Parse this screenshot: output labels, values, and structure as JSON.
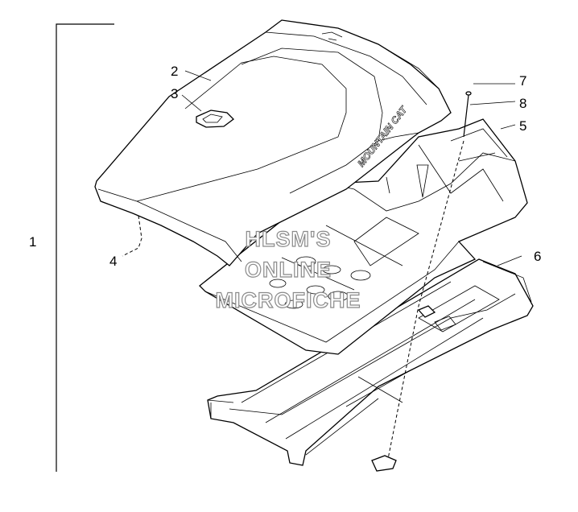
{
  "callouts": {
    "c1": "1",
    "c2": "2",
    "c3": "3",
    "c4": "4",
    "c5": "5",
    "c6": "6",
    "c7": "7",
    "c8": "8"
  },
  "watermark": {
    "line1": "HLSM'S",
    "line2": "ONLINE",
    "line3": "MICROFICHE"
  },
  "seat_logo_text": "MOUNTAIN CAT"
}
